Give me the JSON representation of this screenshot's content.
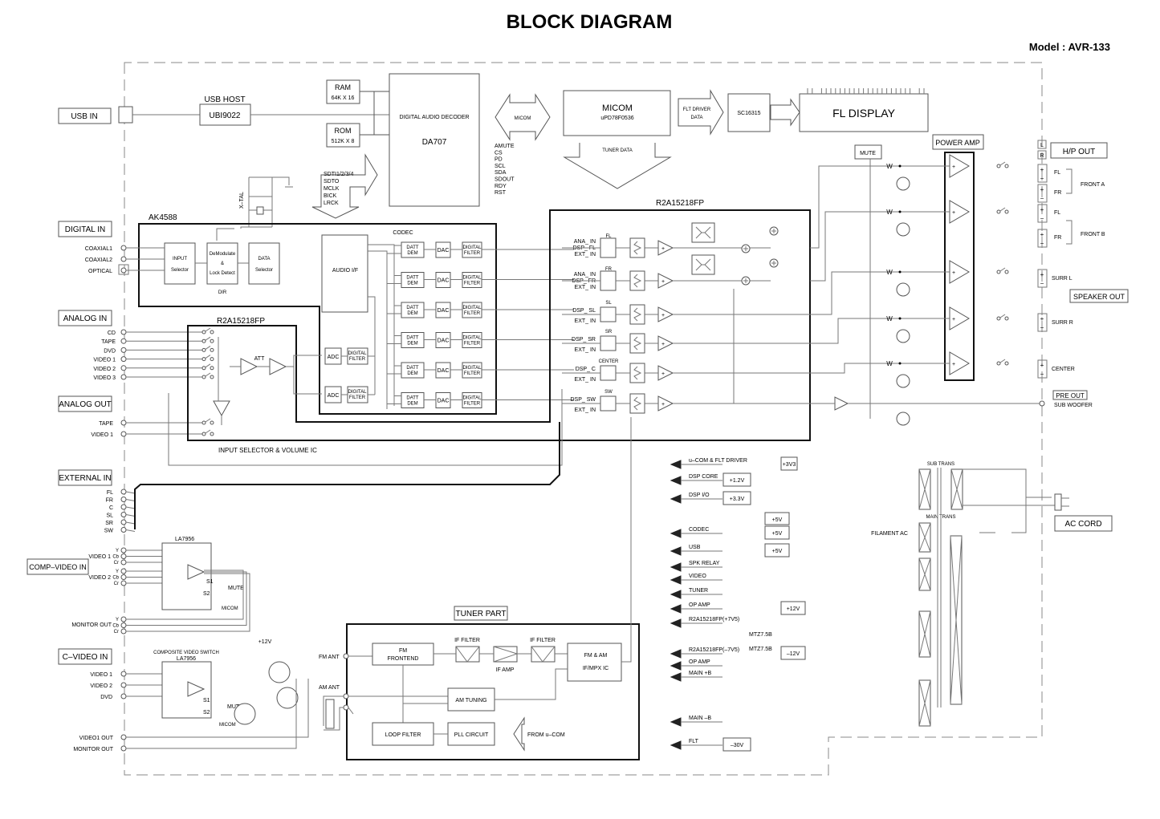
{
  "header": {
    "title": "BLOCK DIAGRAM",
    "model": "Model : AVR-133"
  },
  "connector_labels": {
    "usb_in": "USB IN",
    "digital_in": "DIGITAL IN",
    "analog_in": "ANALOG IN",
    "analog_out": "ANALOG OUT",
    "external_in": "EXTERNAL IN",
    "comp_video_in": "COMP–VIDEO IN",
    "c_video_in": "C–VIDEO IN",
    "hp_out": "H/P OUT",
    "speaker_out": "SPEAKER OUT",
    "pre_out": "PRE OUT",
    "ac_cord": "AC CORD"
  },
  "digital_inputs": [
    "COAXIAL1",
    "COAXIAL2",
    "OPTICAL"
  ],
  "analog_inputs": [
    "CD",
    "TAPE",
    "DVD",
    "VIDEO 1",
    "VIDEO 2",
    "VIDEO 3"
  ],
  "analog_outputs": [
    "TAPE",
    "VIDEO 1"
  ],
  "external_inputs": [
    "FL",
    "FR",
    "C",
    "SL",
    "SR",
    "SW"
  ],
  "comp_video": {
    "inputs": [
      "VIDEO 1",
      "VIDEO 2"
    ],
    "components": [
      "Y",
      "Cb",
      "Cr"
    ],
    "monitor_out": "MONITOR OUT",
    "chip": "LA7956",
    "s1": "S1",
    "s2": "S2",
    "mute": "MUTE",
    "micom": "MICOM"
  },
  "c_video": {
    "inputs": [
      "VIDEO 1",
      "VIDEO 2",
      "DVD"
    ],
    "outputs": [
      "VIDEO1 OUT",
      "MONITOR OUT"
    ],
    "title": "COMPOSITE VIDEO SWITCH",
    "chip": "LA7956",
    "s1": "S1",
    "s2": "S2",
    "mute": "MUTE",
    "micom": "MICOM",
    "supply": "+12V"
  },
  "usb": {
    "host_title": "USB HOST",
    "chip": "UBI9022"
  },
  "memory": {
    "ram": "RAM",
    "ram_size": "64K X 16",
    "rom": "ROM",
    "rom_size": "512K X 8"
  },
  "decoder": {
    "title": "DIGITAL AUDIO DECODER",
    "chip": "DA707"
  },
  "bus_signals": [
    "SDTI1/2/3/4",
    "SDTO",
    "MCLK",
    "BICK",
    "LRCK"
  ],
  "micom_bus": {
    "label": "MICOM",
    "signals": [
      "AMUTE",
      "CS",
      "PD",
      "SCL",
      "SDA",
      "SDOUT",
      "RDY",
      "RST"
    ]
  },
  "micom": {
    "title": "MICOM",
    "chip": "uPD78F0536",
    "tuner_data": "TUNER DATA",
    "flt_driver": "FLT DRIVER",
    "flt_data": "DATA"
  },
  "display": {
    "driver": "SC16315",
    "label": "FL DISPLAY"
  },
  "xtal": "X–TAL",
  "ak4588": {
    "chip": "AK4588",
    "input_selector": [
      "INPUT",
      "Selector"
    ],
    "demod": [
      "DeModulate",
      "&",
      "Lock Detect"
    ],
    "dir": "DIR",
    "data_selector": [
      "DATA",
      "Selector"
    ],
    "codec": "CODEC",
    "audio_if": "AUDIO I/F",
    "datt": [
      "DATT",
      "DEM"
    ],
    "dac": "DAC",
    "digital_filter": [
      "DIGITAL",
      "FILTER"
    ],
    "adc": "ADC"
  },
  "input_selector_ic": {
    "chip": "R2A15218FP",
    "att": "ATT",
    "caption": "INPUT SELECTOR & VOLUME IC"
  },
  "volume_ic": {
    "chip": "R2A15218FP",
    "channels": [
      {
        "name": "FL",
        "inputs": [
          "ANA_ IN",
          "DSP_ FL",
          "EXT_ IN"
        ]
      },
      {
        "name": "FR",
        "inputs": [
          "ANA_ IN",
          "DSP_ FR",
          "EXT_ IN"
        ]
      },
      {
        "name": "SL",
        "inputs": [
          "DSP_ SL",
          "EXT_ IN"
        ]
      },
      {
        "name": "SR",
        "inputs": [
          "DSP_ SR",
          "EXT_ IN"
        ]
      },
      {
        "name": "CENTER",
        "inputs": [
          "DSP_ C",
          "EXT_ IN"
        ]
      },
      {
        "name": "SW",
        "inputs": [
          "DSP_ SW",
          "EXT_ IN"
        ]
      }
    ]
  },
  "mute": "MUTE",
  "power_amp": "POWER AMP",
  "speaker_terminals": [
    {
      "label": "FL",
      "group": "FRONT A"
    },
    {
      "label": "FR",
      "group": "FRONT A"
    },
    {
      "label": "FL",
      "group": "FRONT B"
    },
    {
      "label": "FR",
      "group": "FRONT B"
    },
    {
      "label": "SURR L"
    },
    {
      "label": "SURR R"
    },
    {
      "label": "CENTER"
    }
  ],
  "hp_terminals": [
    "L",
    "R"
  ],
  "groups": [
    "FRONT A",
    "FRONT B"
  ],
  "sub_woofer": "SUB WOOFER",
  "tuner": {
    "title": "TUNER PART",
    "fm_ant": "FM ANT",
    "am_ant": "AM ANT",
    "fm_frontend": [
      "FM",
      "FRONTEND"
    ],
    "if_filter": "IF FILTER",
    "if_amp": "IF AMP",
    "fm_am_ic": [
      "FM & AM",
      "IF/MPX IC"
    ],
    "am_tuning": "AM TUNING",
    "loop_filter": "LOOP FILTER",
    "pll": "PLL CIRCUIT",
    "from_ucom": "FROM u–COM"
  },
  "power_supply": {
    "rails": [
      {
        "label": "u–COM & FLT DRIVER",
        "reg": "+3V3"
      },
      {
        "label": "DSP CORE",
        "reg": "+1.2V"
      },
      {
        "label": "DSP I/O",
        "reg": "+3.3V"
      },
      {
        "label": "CODEC",
        "reg": "+5V"
      },
      {
        "label": "USB",
        "reg": "+5V"
      },
      {
        "label": "SPK RELAY"
      },
      {
        "label": "VIDEO"
      },
      {
        "label": "TUNER"
      },
      {
        "label": "OP AMP",
        "reg": "+12V"
      },
      {
        "label": "R2A15218FP(+7V5)"
      },
      {
        "label": "R2A15218FP(–7V5)",
        "reg": "–12V"
      },
      {
        "label": "OP AMP"
      },
      {
        "label": "MAIN +B"
      },
      {
        "label": "MAIN –B"
      },
      {
        "label": "FLT",
        "reg": "–30V"
      }
    ],
    "extra_5v": "+5V",
    "zener": "MTZ7.5B",
    "filament": "FILAMENT AC",
    "sub_trans": "SUB TRANS",
    "main_trans": "MAIN TRANS"
  }
}
